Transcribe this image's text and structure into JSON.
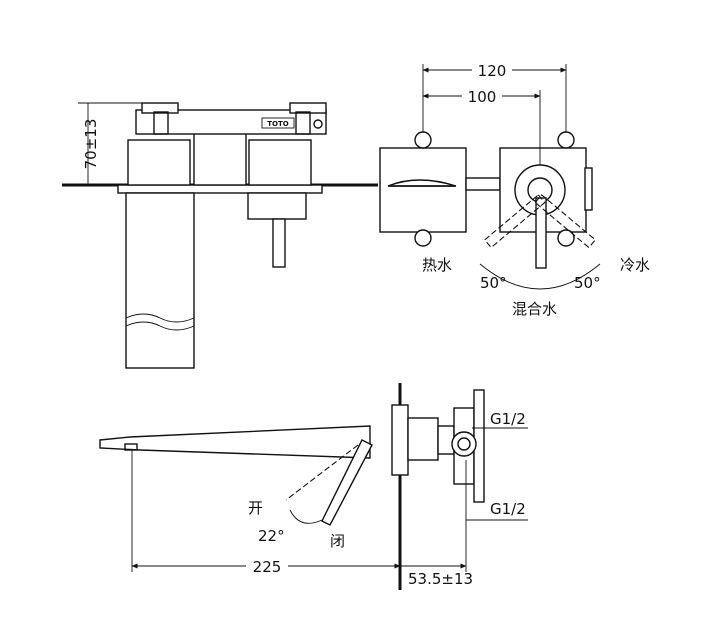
{
  "front_view": {
    "height_dim": "70±13",
    "brand_logo": "TOTO"
  },
  "top_view": {
    "dim_outer": "120",
    "dim_inner": "100",
    "label_hot": "热水",
    "label_cold": "冷水",
    "angle_left": "50°",
    "angle_right": "50°",
    "label_mixed": "混合水"
  },
  "side_view": {
    "thread_top": "G1/2",
    "thread_bottom": "G1/2",
    "label_open": "开",
    "label_close": "闭",
    "angle": "22°",
    "dim_spout": "225",
    "dim_depth": "53.5±13"
  }
}
